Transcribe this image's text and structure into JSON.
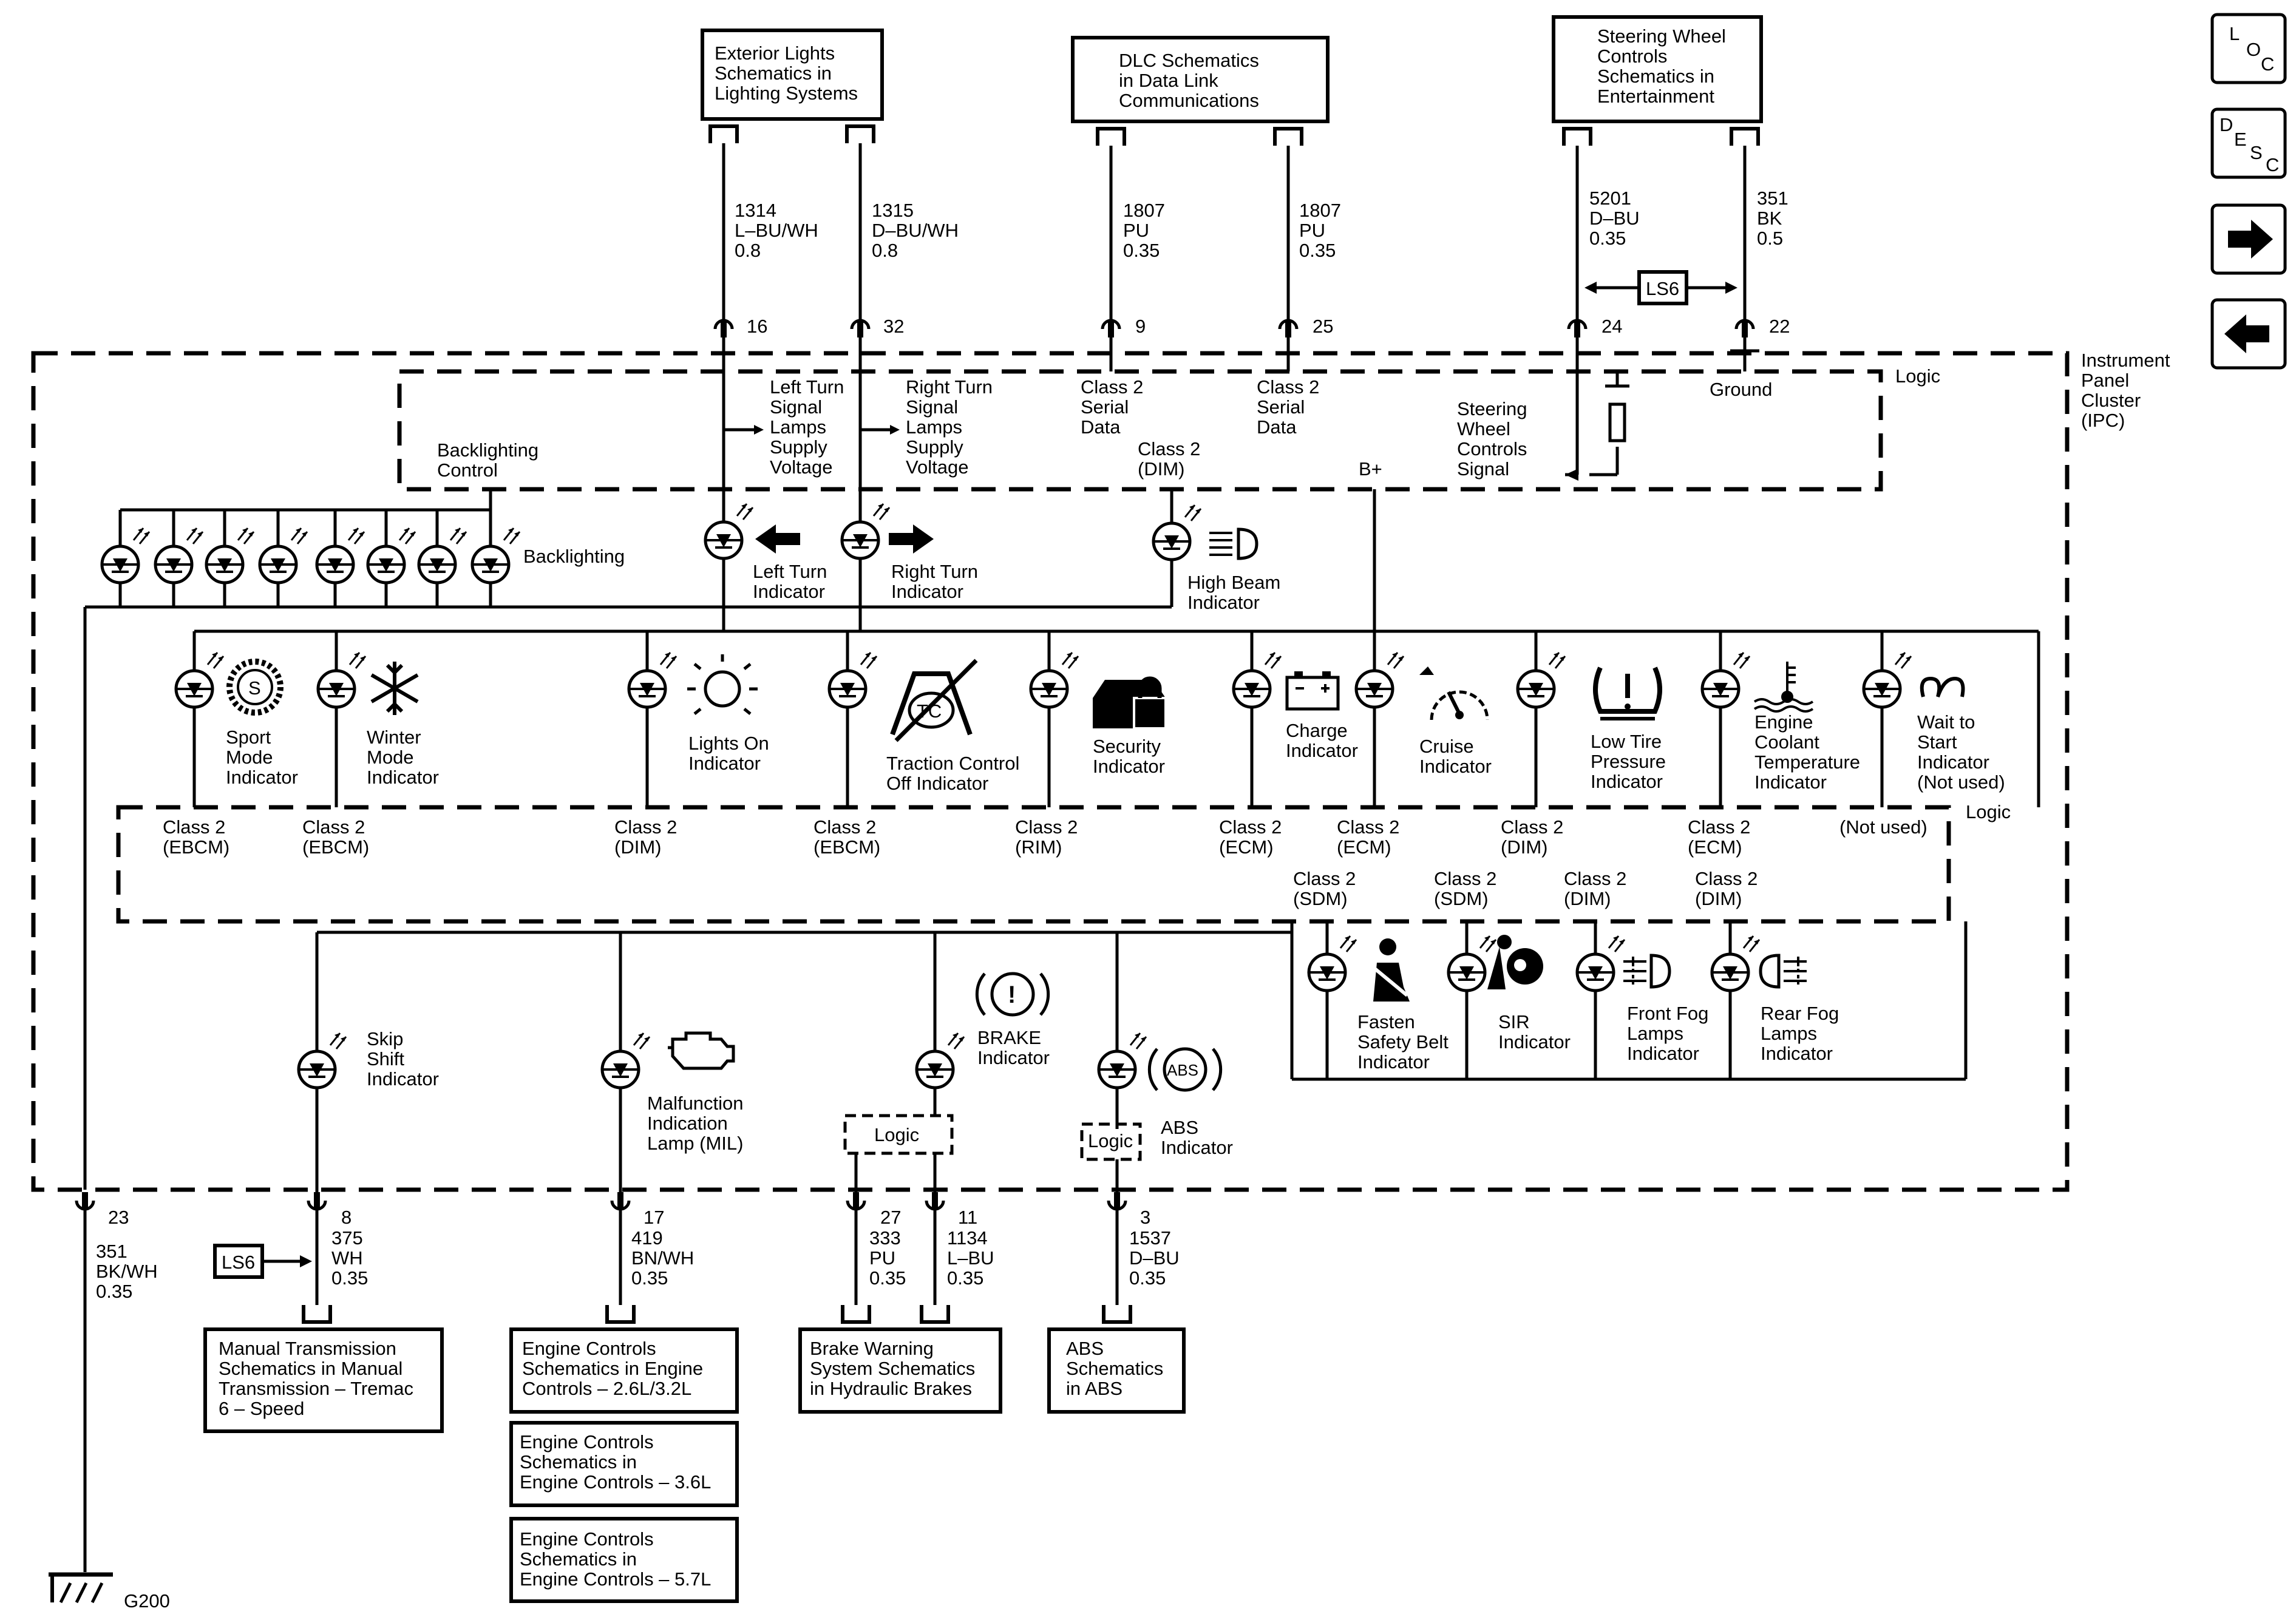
{
  "doc_boxes": [
    {
      "id": "exterior-lights",
      "lines": [
        "Exterior Lights",
        "Schematics in",
        "Lighting Systems"
      ]
    },
    {
      "id": "dlc",
      "lines": [
        "DLC Schematics",
        "in Data Link",
        "Communications"
      ]
    },
    {
      "id": "steering-wheel-controls",
      "lines": [
        "Steering Wheel",
        "Controls",
        "Schematics in",
        "Entertainment"
      ]
    },
    {
      "id": "manual-transmission",
      "lines": [
        "Manual Transmission",
        "Schematics in Manual",
        "Transmission – Tremac",
        "6 – Speed"
      ]
    },
    {
      "id": "engine-controls-26",
      "lines": [
        "Engine Controls",
        "Schematics in Engine",
        "Controls – 2.6L/3.2L"
      ]
    },
    {
      "id": "engine-controls-36",
      "lines": [
        "Engine Controls",
        "Schematics in",
        "Engine Controls – 3.6L"
      ]
    },
    {
      "id": "engine-controls-57",
      "lines": [
        "Engine Controls",
        "Schematics in",
        "Engine Controls – 5.7L"
      ]
    },
    {
      "id": "brake-warning",
      "lines": [
        "Brake Warning",
        "System Schematics",
        "in Hydraulic Brakes"
      ]
    },
    {
      "id": "abs",
      "lines": [
        "ABS",
        "Schematics",
        "in ABS"
      ]
    }
  ],
  "top_wires": [
    {
      "circuit": "1314",
      "color": "L–BU/WH",
      "size": "0.8",
      "pin": "16"
    },
    {
      "circuit": "1315",
      "color": "D–BU/WH",
      "size": "0.8",
      "pin": "32"
    },
    {
      "circuit": "1807",
      "color": "PU",
      "size": "0.35",
      "pin": "9"
    },
    {
      "circuit": "1807",
      "color": "PU",
      "size": "0.35",
      "pin": "25"
    },
    {
      "circuit": "5201",
      "color": "D–BU",
      "size": "0.35",
      "pin": "24"
    },
    {
      "circuit": "351",
      "color": "BK",
      "size": "0.5",
      "pin": "22"
    }
  ],
  "bottom_wires": [
    {
      "circuit": "351",
      "color": "BK/WH",
      "size": "0.35",
      "pin": "23"
    },
    {
      "circuit": "375",
      "color": "WH",
      "size": "0.35",
      "pin": "8"
    },
    {
      "circuit": "419",
      "color": "BN/WH",
      "size": "0.35",
      "pin": "17"
    },
    {
      "circuit": "333",
      "color": "PU",
      "size": "0.35",
      "pin": "27"
    },
    {
      "circuit": "1134",
      "color": "L–BU",
      "size": "0.35",
      "pin": "11"
    },
    {
      "circuit": "1537",
      "color": "D–BU",
      "size": "0.35",
      "pin": "3"
    }
  ],
  "option_tag": "LS6",
  "module": {
    "lines": [
      "Instrument",
      "Panel",
      "Cluster",
      "(IPC)"
    ]
  },
  "logic_label": "Logic",
  "ground": {
    "name": "G200",
    "ipc_label": "Ground"
  },
  "top_logic_labels": {
    "backlighting_control": [
      "Backlighting",
      "Control"
    ],
    "left_turn_supply": [
      "Left Turn",
      "Signal",
      "Lamps",
      "Supply",
      "Voltage"
    ],
    "right_turn_supply": [
      "Right Turn",
      "Signal",
      "Lamps",
      "Supply",
      "Voltage"
    ],
    "class2_a": [
      "Class 2",
      "Serial",
      "Data"
    ],
    "class2_b": [
      "Class 2",
      "Serial",
      "Data"
    ],
    "class2_dim": [
      "Class 2",
      "(DIM)"
    ],
    "b_plus": "B+",
    "steering_signal": [
      "Steering",
      "Wheel",
      "Controls",
      "Signal"
    ]
  },
  "indicators": {
    "backlighting": [
      "Backlighting"
    ],
    "left_turn": [
      "Left Turn",
      "Indicator"
    ],
    "right_turn": [
      "Right Turn",
      "Indicator"
    ],
    "high_beam": [
      "High Beam",
      "Indicator"
    ],
    "sport_mode": [
      "Sport",
      "Mode",
      "Indicator"
    ],
    "winter_mode": [
      "Winter",
      "Mode",
      "Indicator"
    ],
    "lights_on": [
      "Lights On",
      "Indicator"
    ],
    "traction_off": [
      "Traction Control",
      "Off Indicator"
    ],
    "security": [
      "Security",
      "Indicator"
    ],
    "charge": [
      "Charge",
      "Indicator"
    ],
    "cruise": [
      "Cruise",
      "Indicator"
    ],
    "low_tire": [
      "Low Tire",
      "Pressure",
      "Indicator"
    ],
    "coolant": [
      "Engine",
      "Coolant",
      "Temperature",
      "Indicator"
    ],
    "wait_to_start": [
      "Wait to",
      "Start",
      "Indicator",
      "(Not used)"
    ],
    "seat_belt": [
      "Fasten",
      "Safety Belt",
      "Indicator"
    ],
    "sir": [
      "SIR",
      "Indicator"
    ],
    "front_fog": [
      "Front Fog",
      "Lamps",
      "Indicator"
    ],
    "rear_fog": [
      "Rear Fog",
      "Lamps",
      "Indicator"
    ],
    "skip_shift": [
      "Skip",
      "Shift",
      "Indicator"
    ],
    "mil": [
      "Malfunction",
      "Indication",
      "Lamp (MIL)"
    ],
    "brake": [
      "BRAKE",
      "Indicator"
    ],
    "abs_ind": [
      "ABS",
      "Indicator"
    ]
  },
  "symbol_text": {
    "sport": "S",
    "abs": "ABS",
    "brake": "!",
    "tc": "TC"
  },
  "source_labels": {
    "row1": [
      [
        "Class 2",
        "(EBCM)"
      ],
      [
        "Class 2",
        "(EBCM)"
      ],
      [
        "Class 2",
        "(DIM)"
      ],
      [
        "Class 2",
        "(EBCM)"
      ],
      [
        "Class 2",
        "(RIM)"
      ],
      [
        "Class 2",
        "(ECM)"
      ],
      [
        "Class 2",
        "(ECM)"
      ],
      [
        "Class 2",
        "(DIM)"
      ],
      [
        "Class 2",
        "(ECM)"
      ],
      [
        "(Not used)"
      ]
    ],
    "row2": [
      [
        "Class 2",
        "(SDM)"
      ],
      [
        "Class 2",
        "(SDM)"
      ],
      [
        "Class 2",
        "(DIM)"
      ],
      [
        "Class 2",
        "(DIM)"
      ]
    ]
  },
  "nav": {
    "loc": [
      "L",
      "O",
      "C"
    ],
    "desc": [
      "D",
      "E",
      "S",
      "C"
    ]
  }
}
